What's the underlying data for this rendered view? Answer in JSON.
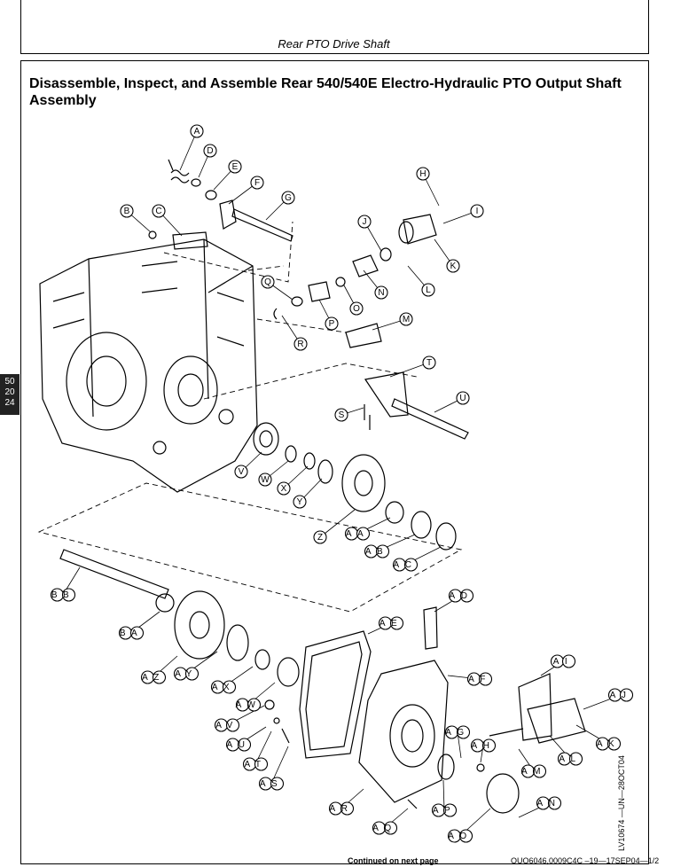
{
  "header": {
    "running_head": "Rear PTO Drive Shaft"
  },
  "title": "Disassemble, Inspect, and Assemble Rear 540/540E Electro-Hydraulic PTO Output Shaft Assembly",
  "side_tab": [
    "50",
    "20",
    "24"
  ],
  "figure_id": "LV10674 —UN—28OCT04",
  "footer": {
    "continued": "Continued on next page",
    "doc_ref": "OUO6046,0009C4C –19—17SEP04—1/2"
  },
  "callouts": [
    {
      "label": "A"
    },
    {
      "label": "B"
    },
    {
      "label": "C"
    },
    {
      "label": "D"
    },
    {
      "label": "E"
    },
    {
      "label": "F"
    },
    {
      "label": "G"
    },
    {
      "label": "H"
    },
    {
      "label": "I"
    },
    {
      "label": "J"
    },
    {
      "label": "K"
    },
    {
      "label": "L"
    },
    {
      "label": "M"
    },
    {
      "label": "N"
    },
    {
      "label": "O"
    },
    {
      "label": "P"
    },
    {
      "label": "Q"
    },
    {
      "label": "R"
    },
    {
      "label": "S"
    },
    {
      "label": "T"
    },
    {
      "label": "U"
    },
    {
      "label": "V"
    },
    {
      "label": "W"
    },
    {
      "label": "X"
    },
    {
      "label": "Y"
    },
    {
      "label": "Z"
    },
    {
      "label": "AA"
    },
    {
      "label": "AB"
    },
    {
      "label": "AC"
    },
    {
      "label": "AD"
    },
    {
      "label": "AE"
    },
    {
      "label": "AF"
    },
    {
      "label": "AG"
    },
    {
      "label": "AH"
    },
    {
      "label": "AI"
    },
    {
      "label": "AJ"
    },
    {
      "label": "AK"
    },
    {
      "label": "AL"
    },
    {
      "label": "AM"
    },
    {
      "label": "AN"
    },
    {
      "label": "AO"
    },
    {
      "label": "AP"
    },
    {
      "label": "AQ"
    },
    {
      "label": "AR"
    },
    {
      "label": "AS"
    },
    {
      "label": "AT"
    },
    {
      "label": "AU"
    },
    {
      "label": "AV"
    },
    {
      "label": "AW"
    },
    {
      "label": "AX"
    },
    {
      "label": "AY"
    },
    {
      "label": "AZ"
    },
    {
      "label": "BA"
    },
    {
      "label": "BB"
    }
  ]
}
